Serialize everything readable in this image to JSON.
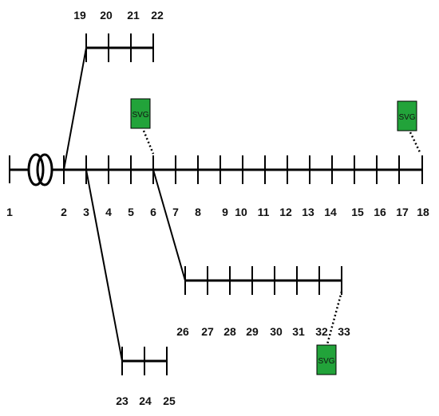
{
  "diagram": {
    "buses": [
      "1",
      "2",
      "3",
      "4",
      "5",
      "6",
      "7",
      "8",
      "9",
      "10",
      "11",
      "12",
      "13",
      "14",
      "15",
      "16",
      "17",
      "18",
      "19",
      "20",
      "21",
      "22",
      "23",
      "24",
      "25",
      "26",
      "27",
      "28",
      "29",
      "30",
      "31",
      "32",
      "33"
    ],
    "compensator_label": "SVG",
    "compensator_buses": [
      "6",
      "18",
      "33"
    ],
    "colors": {
      "line": "#000000",
      "compensator": "#22a33a"
    }
  }
}
